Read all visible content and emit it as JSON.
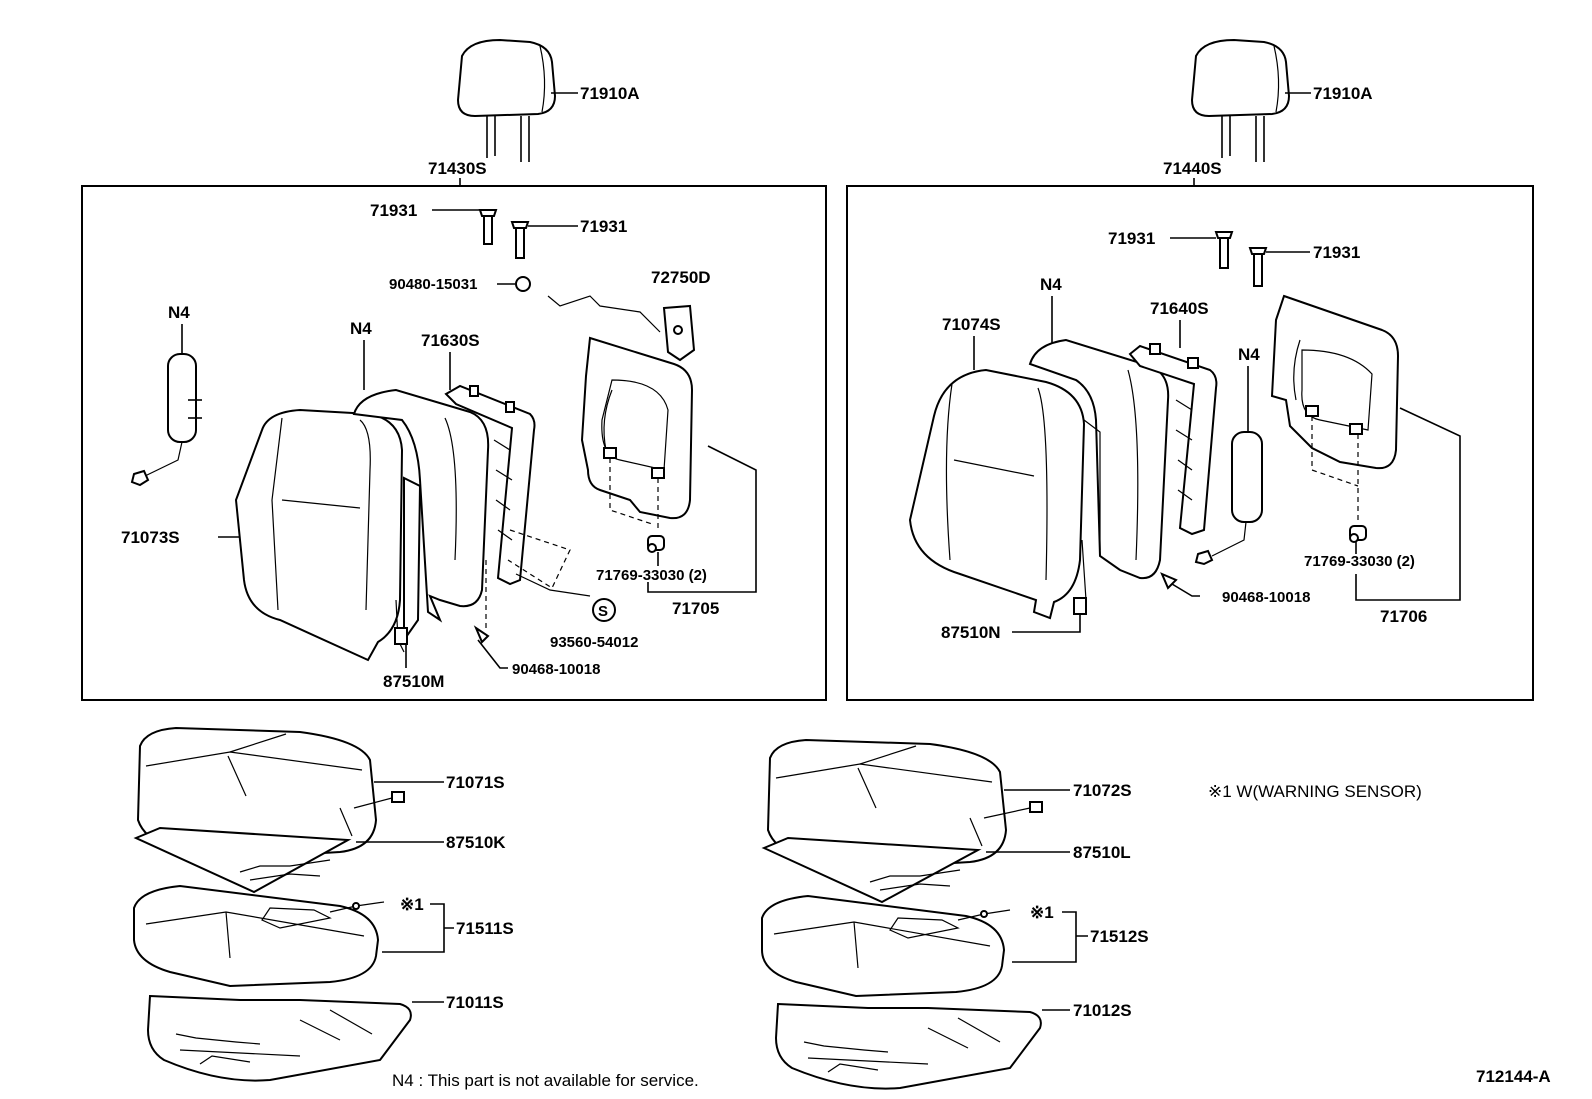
{
  "labels": {
    "headrest_left": "71910A",
    "headrest_right": "71910A",
    "back_assy_left": "71430S",
    "back_assy_right": "71440S",
    "support_left_1": "71931",
    "support_left_2": "71931",
    "support_right_1": "71931",
    "support_right_2": "71931",
    "bushing_left": "90480-15031",
    "lock_left": "72750D",
    "n4_airbag_left": "N4",
    "n4_pad_left": "N4",
    "frame_left": "71630S",
    "cover_left": "71073S",
    "board_clip_left": "71769-33030 (2)",
    "board_left": "71705",
    "screw_left": "93560-54012",
    "s_symbol": "S",
    "clip_left": "90468-10018",
    "heater_left": "87510M",
    "cover_right": "71074S",
    "n4_pad_right": "N4",
    "frame_right": "71640S",
    "n4_airbag_right": "N4",
    "board_clip_right": "71769-33030 (2)",
    "clip_right": "90468-10018",
    "board_right": "71706",
    "heater_right": "87510N",
    "cushion_cover_left": "71071S",
    "cushion_heater_left": "87510K",
    "sensor_mark_left": "※1",
    "cushion_pad_left": "71511S",
    "cushion_frame_left": "71011S",
    "cushion_cover_right": "71072S",
    "cushion_heater_right": "87510L",
    "sensor_mark_right": "※1",
    "cushion_pad_right": "71512S",
    "cushion_frame_right": "71012S"
  },
  "notes": {
    "sensor_note": "※1 W(WARNING SENSOR)",
    "n4_note": "N4 : This part is not available for service.",
    "diagram_id": "712144-A"
  }
}
